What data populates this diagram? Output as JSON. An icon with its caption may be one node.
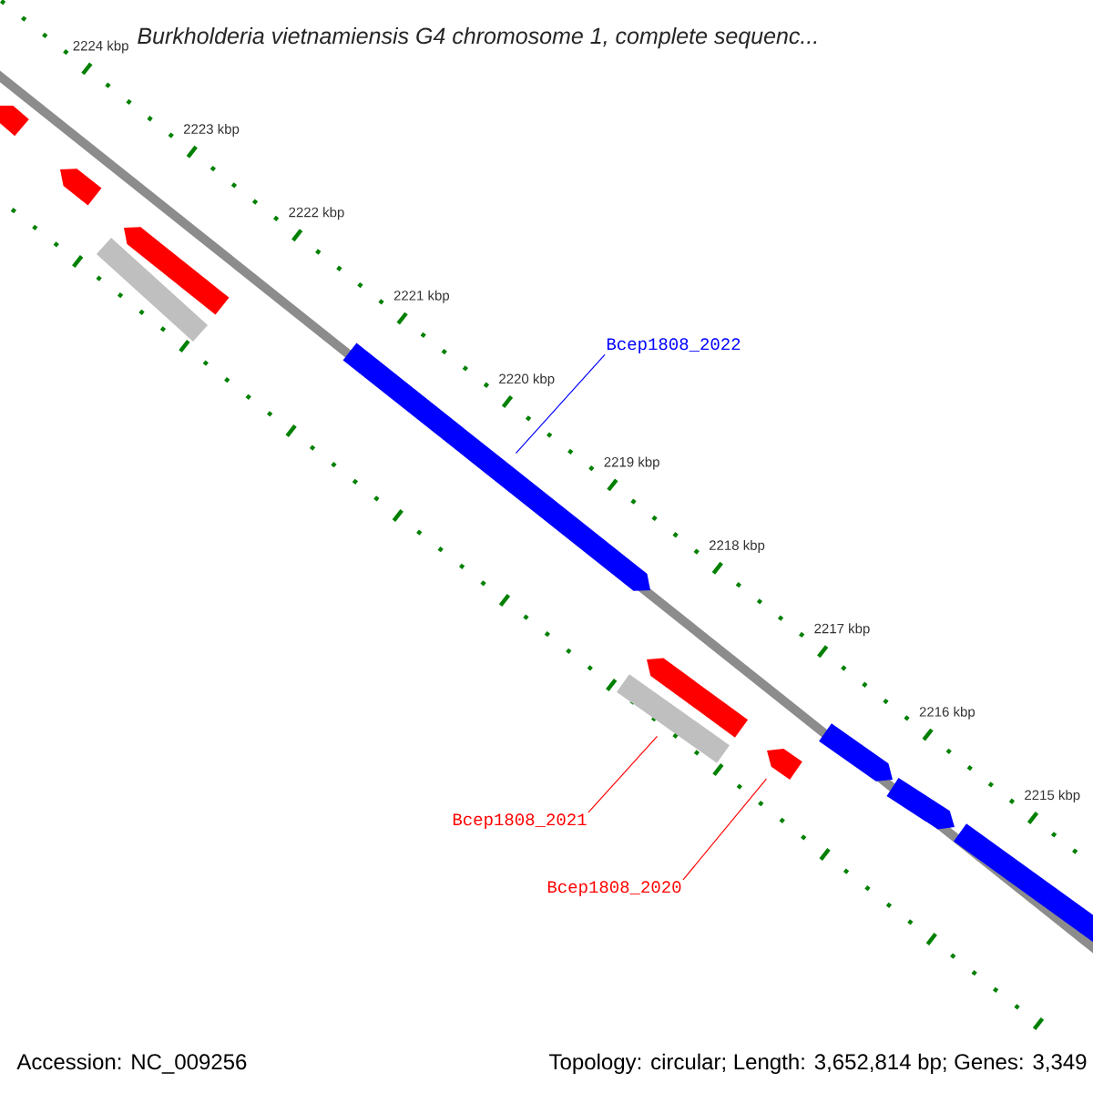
{
  "diagram": {
    "title": "*Burkholderia vietnamiensis* G4 chromosome 1, complete sequenc...",
    "nodes": [
      {
        "text": [
          "Bcep1808_2022"
        ]
      },
      {
        "text": [
          "Bcep1808_2021"
        ]
      },
      {
        "text": [
          "Bcep1808_2020"
        ]
      },
      {
        "text": [],
        "shape": "bar"
      },
      {
        "text": [],
        "shape": "bar"
      },
      {
        "text": [],
        "shape": "bar"
      },
      {
        "text": [],
        "shape": "bar"
      },
      {
        "text": [],
        "shape": "bar"
      },
      {
        "text": [],
        "shape": "bar"
      },
      {
        "text": [],
        "shape": "bar"
      },
      {
        "text": [],
        "shape": "bar"
      },
      {
        "text": [],
        "shape": "bar"
      },
      {
        "text": [],
        "shape": "bar"
      },
      {
        "text": [],
        "shape": "bar"
      }
    ],
    "edges": [
      {
        "from": 0,
        "to": 7,
        "arrow": "none",
        "color": "#0000ff"
      },
      {
        "from": 1,
        "to": 9,
        "arrow": "none",
        "color": "#ff0000"
      },
      {
        "from": 2,
        "to": 10,
        "arrow": "none",
        "color": "#ff0000"
      }
    ],
    "labels": [
      "2224 kbp",
      "2223 kbp",
      "2222 kbp",
      "2221 kbp",
      "2220 kbp",
      "2219 kbp",
      "2218 kbp",
      "2217 kbp",
      "2216 kbp",
      "2215 kbp",
      "Accession: NC_009256",
      "Topology: circular; Length: 3,652,814 bp; Genes: 3,349"
    ]
  }
}
